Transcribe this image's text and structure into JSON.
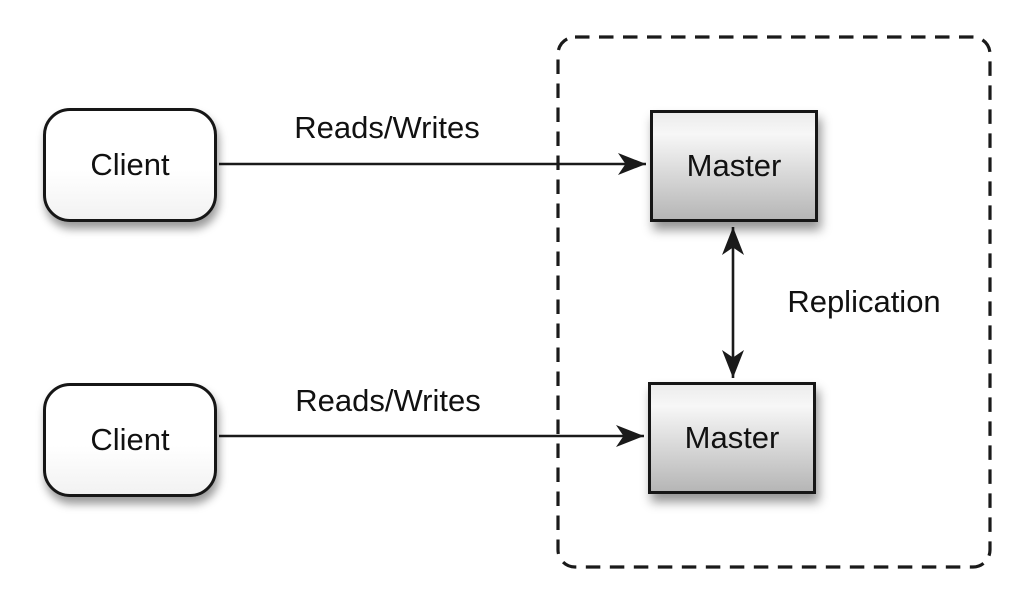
{
  "nodes": {
    "client_top": {
      "label": "Client"
    },
    "client_bottom": {
      "label": "Client"
    },
    "master_top": {
      "label": "Master"
    },
    "master_bottom": {
      "label": "Master"
    }
  },
  "edges": {
    "reads_writes_top": {
      "label": "Reads/Writes"
    },
    "reads_writes_bottom": {
      "label": "Reads/Writes"
    },
    "replication": {
      "label": "Replication"
    }
  },
  "colors": {
    "background": "#ffffff",
    "line": "#1a1a1a",
    "node_border": "#161616",
    "client_fill": "#ffffff",
    "master_fill_top": "#ececec",
    "master_fill_bottom": "#b6b6b6",
    "boundary_stroke": "#1a1a1a"
  }
}
